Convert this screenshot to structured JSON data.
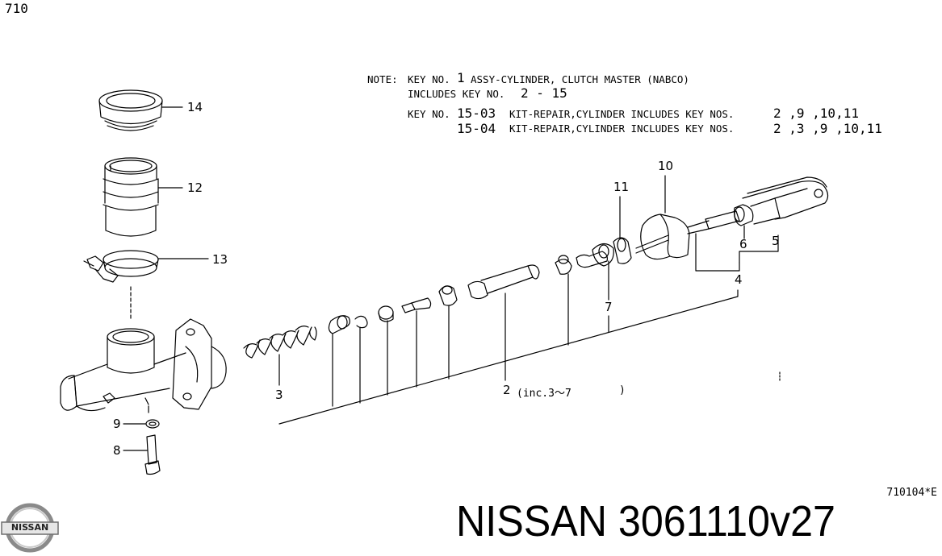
{
  "page_code": "710",
  "note": {
    "label": "NOTE:",
    "line1_prefix": "KEY NO.",
    "line1_key": "1",
    "line1_text": "ASSY-CYLINDER, CLUTCH MASTER (NABCO)",
    "line2_prefix": "INCLUDES KEY NO.",
    "line2_range": "2 - 15",
    "kit1_prefix": "KEY NO.",
    "kit1_key": "15-03",
    "kit1_text": "KIT-REPAIR,CYLINDER INCLUDES KEY NOS.",
    "kit1_keys": "2 ,9 ,10,11",
    "kit2_key": "15-04",
    "kit2_text": "KIT-REPAIR,CYLINDER INCLUDES KEY NOS.",
    "kit2_keys": "2 ,3 ,9 ,10,11"
  },
  "callouts": {
    "c14": "14",
    "c12": "12",
    "c13": "13",
    "c9": "9",
    "c8": "8",
    "c3": "3",
    "c2": "2",
    "c2_inc": "(inc.3～7",
    "c2_close": ")",
    "c11": "11",
    "c10": "10",
    "c7": "7",
    "c6": "6",
    "c5": "5",
    "c4": "4"
  },
  "ref_code": "710104*E",
  "brand": {
    "logo_text": "NISSAN",
    "title": "NISSAN 3061110v27"
  }
}
